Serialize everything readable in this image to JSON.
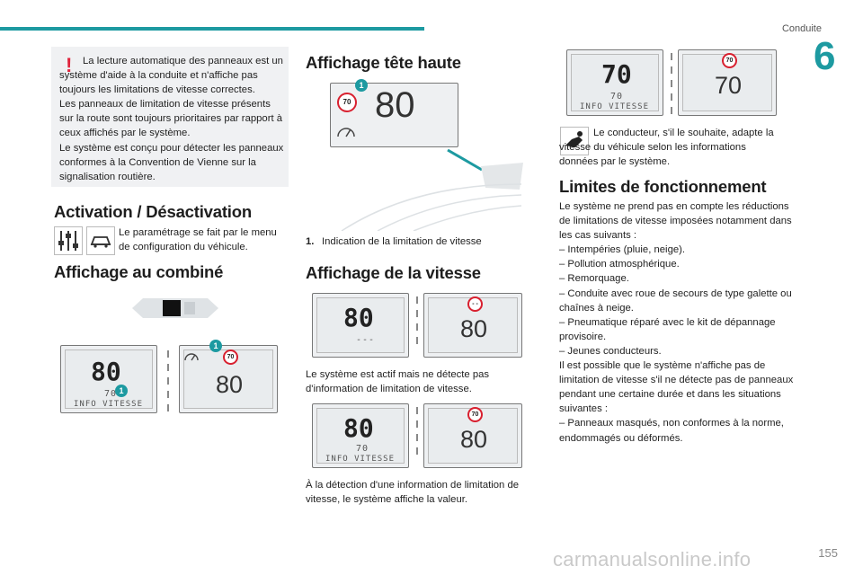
{
  "header": {
    "title": "Conduite",
    "chapter": "6",
    "page": "155"
  },
  "watermark": "carmanualsonline.info",
  "note": {
    "icon": "!",
    "text1": "La lecture automatique des panneaux est un système d'aide à la conduite et n'affiche pas toujours les limitations de vitesse correctes.",
    "text2": "Les panneaux de limitation de vitesse présents sur la route sont toujours prioritaires par rapport à ceux affichés par le système.",
    "text3": "Le système est conçu pour détecter les panneaux conformes à la Convention de Vienne sur la signalisation routière."
  },
  "activation": {
    "title": "Activation / Désactivation",
    "text": "Le paramétrage se fait par le menu de configuration du véhicule."
  },
  "combine": {
    "title": "Affichage au combiné",
    "speed": "80",
    "limit": "70",
    "info": "INFO VITESSE",
    "callout": "1"
  },
  "hud": {
    "title": "Affichage tête haute",
    "speed": "80",
    "limit": "70",
    "callout": "1",
    "caption_num": "1.",
    "caption": "Indication de la limitation de vitesse"
  },
  "vitesse": {
    "title": "Affichage de la vitesse",
    "speed": "80",
    "dashes": "---",
    "sign_unknown": "- -",
    "text1": "Le système est actif mais ne détecte pas d'information de limitation de vitesse.",
    "limit": "70",
    "info": "INFO VITESSE",
    "text2": "À la détection d'une information de limitation de vitesse, le système affiche la valeur."
  },
  "right": {
    "speed": "70",
    "info": "INFO VITESSE",
    "sign": "70",
    "big": "70",
    "driver_text": "Le conducteur, s'il le souhaite, adapte la vitesse du véhicule selon les informations données par le système.",
    "limits_title": "Limites de fonctionnement",
    "limits_lines": [
      "Le système ne prend pas en compte les réductions",
      "de limitations de vitesse imposées notamment dans",
      "les cas suivants :",
      "–  Intempéries (pluie, neige).",
      "–  Pollution atmosphérique.",
      "–  Remorquage.",
      "–  Conduite avec roue de secours de type galette ou",
      "chaînes à neige.",
      "–  Pneumatique réparé avec le kit de dépannage",
      "provisoire.",
      "–  Jeunes conducteurs.",
      "Il est possible que le système n'affiche pas de",
      "limitation de vitesse s'il ne détecte pas de panneaux",
      "pendant une certaine durée et dans les situations",
      "suivantes :",
      "–  Panneaux masqués, non conformes à la norme,",
      "endommagés ou déformés."
    ]
  },
  "colors": {
    "accent": "#1d9aa1",
    "warning": "#e0243c",
    "sign_border": "#d8202f"
  }
}
